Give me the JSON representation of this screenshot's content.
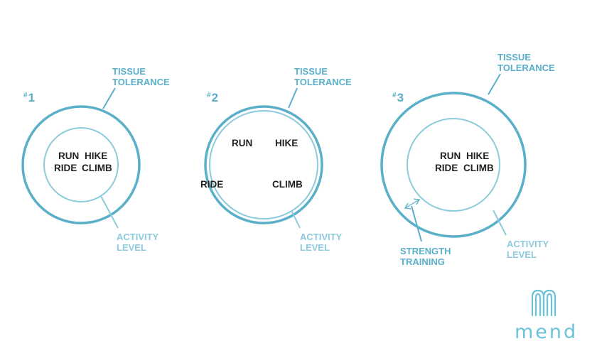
{
  "colors": {
    "tissue_ring": "#5aafc9",
    "activity_ring": "#8ccbdd",
    "label_text": "#5aafc9",
    "activity_text": "#222222",
    "logo": "#6cc3d8"
  },
  "panels": [
    {
      "number_prefix": "#",
      "number": "1",
      "tissue_label": [
        "TISSUE",
        "TOLERANCE"
      ],
      "activity_label": [
        "ACTIVITY",
        "LEVEL"
      ],
      "activities": [
        "RUN",
        "HIKE",
        "RIDE",
        "CLIMB"
      ]
    },
    {
      "number_prefix": "#",
      "number": "2",
      "tissue_label": [
        "TISSUE",
        "TOLERANCE"
      ],
      "activity_label": [
        "ACTIVITY",
        "LEVEL"
      ],
      "activities": [
        "RUN",
        "HIKE",
        "RIDE",
        "CLIMB"
      ]
    },
    {
      "number_prefix": "#",
      "number": "3",
      "tissue_label": [
        "TISSUE",
        "TOLERANCE"
      ],
      "activity_label": [
        "ACTIVITY",
        "LEVEL"
      ],
      "activities": [
        "RUN",
        "HIKE",
        "RIDE",
        "CLIMB"
      ],
      "strength_label": [
        "STRENGTH",
        "TRAINING"
      ]
    }
  ],
  "logo": {
    "text": "mend",
    "icon": "mend-logo-icon"
  }
}
